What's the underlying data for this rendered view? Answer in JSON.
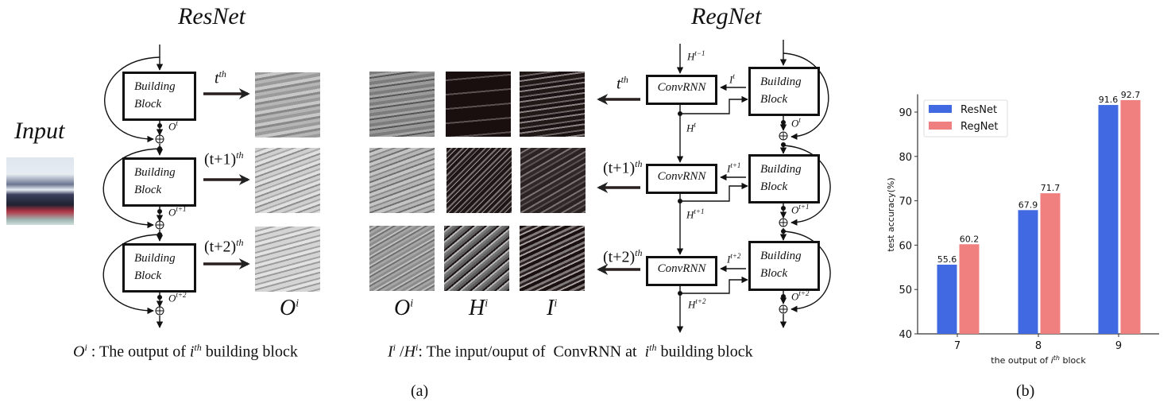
{
  "figure": {
    "resnet": {
      "title": "ResNet",
      "input_label": "Input",
      "block_line1": "Building",
      "block_line2": "Block",
      "outputs": [
        {
          "arrow_label": "t",
          "arrow_sup": "th",
          "o_label": "O",
          "o_sup": "t"
        },
        {
          "arrow_label": "(t+1)",
          "arrow_sup": "th",
          "o_label": "O",
          "o_sup": "t+1"
        },
        {
          "arrow_label": "(t+2)",
          "arrow_sup": "th",
          "o_label": "O",
          "o_sup": "t+2"
        }
      ],
      "feature_col_label": "O",
      "feature_col_sup": "i",
      "caption_sym": "O",
      "caption_sym_sup": "i",
      "caption_text": " : The output of ",
      "caption_i": "i",
      "caption_i_sup": "th",
      "caption_tail": " building block"
    },
    "regnet": {
      "title": "RegNet",
      "convrnn_label": "ConvRNN",
      "block_line1": "Building",
      "block_line2": "Block",
      "h_in_label": "H",
      "h_in_sup": "t−1",
      "rows": [
        {
          "arrow_label": "t",
          "arrow_sup": "th",
          "i_label": "I",
          "i_sup": "t",
          "h_label": "H",
          "h_sup": "t",
          "o_label": "O",
          "o_sup": "t"
        },
        {
          "arrow_label": "(t+1)",
          "arrow_sup": "th",
          "i_label": "I",
          "i_sup": "t+1",
          "h_label": "H",
          "h_sup": "t+1",
          "o_label": "O",
          "o_sup": "t+1"
        },
        {
          "arrow_label": "(t+2)",
          "arrow_sup": "th",
          "i_label": "I",
          "i_sup": "t+2",
          "h_label": "H",
          "h_sup": "t+2",
          "o_label": "O",
          "o_sup": "t+2"
        }
      ],
      "feature_cols": [
        {
          "label": "O",
          "sup": "i"
        },
        {
          "label": "H",
          "sup": "i"
        },
        {
          "label": "I",
          "sup": "i"
        }
      ],
      "caption_sym1": "I",
      "caption_sym1_sup": "i",
      "caption_sep": " /",
      "caption_sym2": "H",
      "caption_sym2_sup": "i",
      "caption_text": ": The input/ouput of  ConvRNN at  ",
      "caption_i": "i",
      "caption_i_sup": "th",
      "caption_tail": " building block"
    },
    "subfig_a": "(a)",
    "subfig_b": "(b)"
  },
  "chart_data": {
    "type": "bar",
    "title": "",
    "xlabel_prefix": "the output of ",
    "xlabel_i": "i",
    "xlabel_sup": "th",
    "xlabel_suffix": " block",
    "ylabel": "test accuracy(%)",
    "categories": [
      "7",
      "8",
      "9"
    ],
    "ylim": [
      40,
      94
    ],
    "yticks": [
      40,
      50,
      60,
      70,
      80,
      90
    ],
    "grid": false,
    "legend_position": "top-left",
    "series": [
      {
        "name": "ResNet",
        "color": "#4169E1",
        "values": [
          55.6,
          67.9,
          91.6
        ]
      },
      {
        "name": "RegNet",
        "color": "#F08080",
        "values": [
          60.2,
          71.7,
          92.7
        ]
      }
    ]
  }
}
